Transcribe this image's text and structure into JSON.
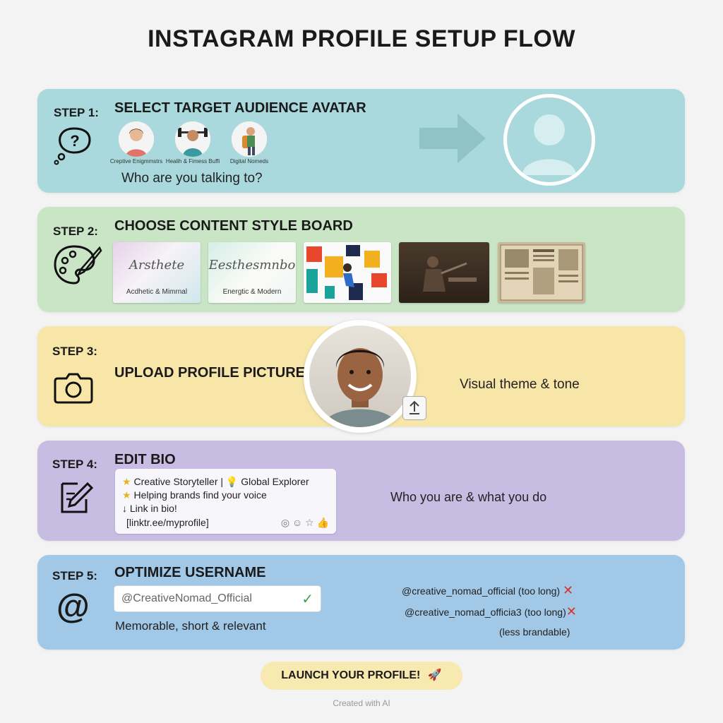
{
  "page": {
    "title": "INSTAGRAM PROFILE SETUP FLOW",
    "footer": "Created with AI"
  },
  "colors": {
    "step1": "#a9d9dd",
    "step2": "#c9e5c6",
    "step3": "#f7e6a8",
    "step4": "#c7bde3",
    "step5": "#a1c8e6"
  },
  "step1": {
    "label": "STEP 1:",
    "title": "SELECT TARGET AUDIENCE AVATAR",
    "icon": "question-thought-icon",
    "avatars": [
      {
        "caption": "Creptive Enigmmstrs"
      },
      {
        "caption": "Healih & Fimess Buffi"
      },
      {
        "caption": "Digital Nomeds"
      }
    ],
    "subtitle": "Who are you talking to?"
  },
  "step2": {
    "label": "STEP 2:",
    "title": "CHOOSE CONTENT STYLE BOARD",
    "icon": "palette-icon",
    "boards": [
      {
        "script": "Arsthete",
        "caption": "Acdhetic & Mimrnal"
      },
      {
        "script": "Eesthesmnbo",
        "caption": "Energtic & Modern"
      },
      {
        "script": "",
        "caption": ""
      },
      {
        "script": "",
        "caption": ""
      },
      {
        "script": "",
        "caption": ""
      }
    ]
  },
  "step3": {
    "label": "STEP 3:",
    "title": "UPLOAD PROFILE PICTURE",
    "icon": "camera-icon",
    "note": "Visual theme & tone"
  },
  "step4": {
    "label": "STEP 4:",
    "title": "EDIT BIO",
    "icon": "edit-pencil-icon",
    "bio": {
      "line1": "Creative Storyteller | 💡 Global Explorer",
      "line2": "Helping brands find your voice",
      "line3": "↓ Link in bio!",
      "line4": "[linktr.ee/myprofile]"
    },
    "note": "Who you are & what you do"
  },
  "step5": {
    "label": "STEP 5:",
    "title": "OPTIMIZE USERNAME",
    "icon": "at-sign-icon",
    "input_value": "@CreativeNomad_Official",
    "subtitle": "Memorable, short & relevant",
    "bad1": "@creative_nomad_official (too long)",
    "bad2": "@creative_nomad_officia3 (too long)",
    "bad3": "(less brandable)"
  },
  "launch": {
    "label": "LAUNCH YOUR PROFILE!"
  }
}
